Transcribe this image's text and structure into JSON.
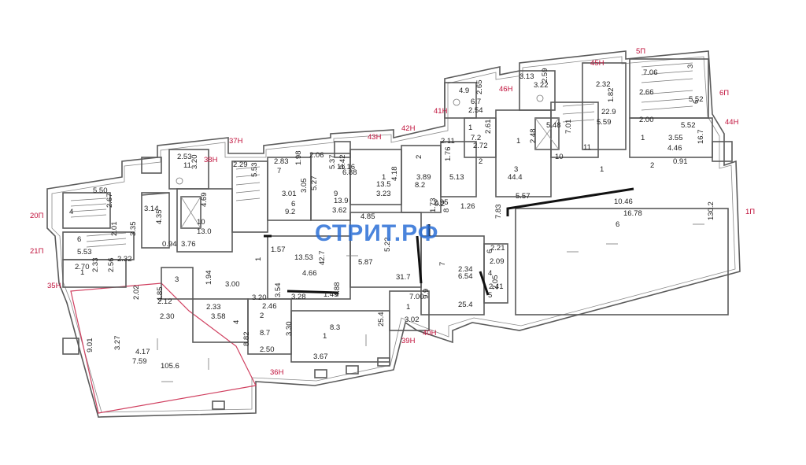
{
  "watermark": {
    "text": "СТРИТ.РФ",
    "color": "#2a6fd6"
  },
  "colors": {
    "wall": "#5a5a5a",
    "highlight": "#d04060",
    "marker": "#c0103a",
    "text": "#222222"
  },
  "markers": [
    "20П",
    "21П",
    "35Н",
    "36Н",
    "37Н",
    "38Н",
    "39Н",
    "40Н",
    "41Н",
    "42Н",
    "43Н",
    "44Н",
    "45Н",
    "46Н",
    "5П",
    "6П",
    "1П"
  ],
  "labels": [
    "5.50",
    "4",
    "2.67",
    "3.14",
    "4.35",
    "6",
    "3.35",
    "2.01",
    "5.53",
    "0.94",
    "2.70",
    "2.33",
    "2.56",
    "2.32",
    "1",
    "2.53",
    "3.20",
    "11",
    "4.69",
    "10",
    "13.0",
    "3.76",
    "2.29",
    "5.53",
    "2.83",
    "1.98",
    "7",
    "2.06",
    "5.27",
    "5.37",
    "3.42",
    "11.16",
    "6.88",
    "13.9",
    "3.01",
    "9.2",
    "3.05",
    "3.62",
    "13.5",
    "3.23",
    "4.18",
    "9",
    "6",
    "1",
    "1",
    "1.57",
    "13.53",
    "42.7",
    "4.66",
    "4.85",
    "5.22",
    "5.87",
    "31.7",
    "3.28",
    "4.88",
    "1.49",
    "3",
    "1.94",
    "3.00",
    "4.85",
    "2.12",
    "2.02",
    "2.33",
    "3.58",
    "4",
    "2.30",
    "3.20",
    "3.54",
    "2.46",
    "2",
    "8.7",
    "3.30",
    "2.50",
    "8.3",
    "1",
    "25.4",
    "3.67",
    "7.00",
    "1",
    "9.9",
    "3.02",
    "3.27",
    "9.01",
    "7.59",
    "105.6",
    "8.82",
    "4.17",
    "2",
    "3.89",
    "8.2",
    "2.11",
    "1.76",
    "5.13",
    "9.2",
    "1.73",
    "2.95",
    "8",
    "1.26",
    "7",
    "6.54",
    "25.4",
    "2.34",
    "6",
    "2.09",
    "2.21",
    "4",
    "2.05",
    "2.41",
    "5",
    "4.9",
    "2.65",
    "2.54",
    "6.7",
    "1",
    "2.61",
    "2.72",
    "7.2",
    "2",
    "3.13",
    "2.59",
    "3.22",
    "1",
    "3",
    "44.4",
    "2.48",
    "7.01",
    "5.48",
    "10",
    "11",
    "2.32",
    "1.82",
    "5.59",
    "22.9",
    "1",
    "7.06",
    "3",
    "2.66",
    "5.52",
    "6",
    "2.00",
    "5.52",
    "4.46",
    "16.7",
    "3.55",
    "1",
    "2",
    "0.91",
    "5.57",
    "10.46",
    "16.78",
    "6",
    "130.2",
    "7.83",
    "6.35"
  ]
}
